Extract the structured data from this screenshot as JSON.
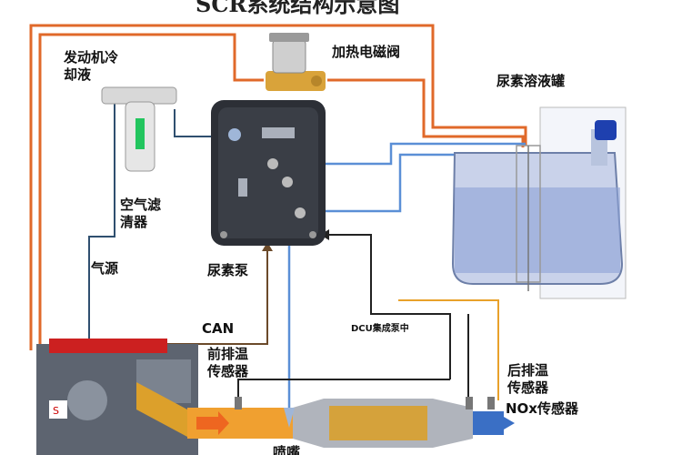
{
  "title": "SCR系统结构示意图",
  "labels": {
    "coolant": [
      "发动机冷",
      "却液"
    ],
    "heater_valve": "加热电磁阀",
    "urea_tank": "尿素溶液罐",
    "air_filter": [
      "空气滤",
      "清器"
    ],
    "air_source": "气源",
    "urea_pump": "尿素泵",
    "can": "CAN",
    "dcu": "DCU集成泵中",
    "front_temp": [
      "前排温",
      "传感器"
    ],
    "rear_temp": [
      "后排温",
      "传感器"
    ],
    "nox": "NOx传感器",
    "nozzle": "喷嘴"
  },
  "colors": {
    "coolant_line": "#e0692a",
    "urea_line": "#5b8fd6",
    "air_line": "#2f4f6f",
    "signal_line": "#222222",
    "can_line": "#6b4a2a",
    "orange_signal": "#e8a12a",
    "pump_body": "#2c2f36",
    "tank_fill": "#c9d2ea",
    "exhaust_pipe": "#f0a030",
    "valve_brass": "#d9a33a"
  }
}
